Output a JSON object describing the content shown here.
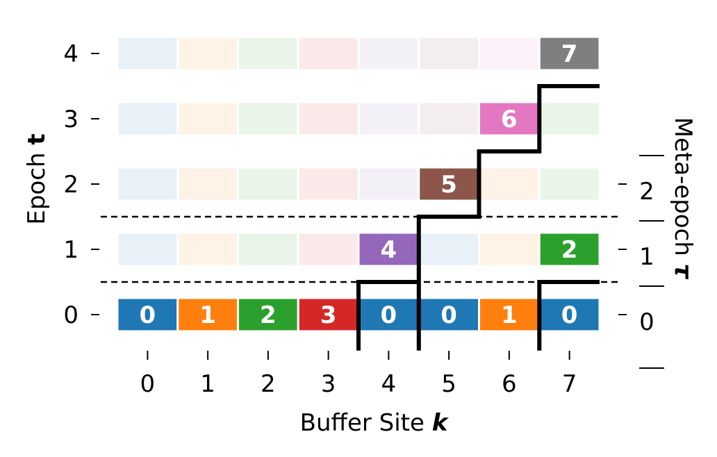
{
  "chart_data": {
    "type": "heatmap",
    "xlabel_text": "Buffer Site",
    "xlabel_symbol": "k",
    "ylabel_text": "Epoch",
    "ylabel_symbol": "t",
    "y2label_text": "Meta-epoch",
    "y2label_symbol": "τ",
    "x_ticks": [
      "0",
      "1",
      "2",
      "3",
      "4",
      "5",
      "6",
      "7"
    ],
    "y_ticks": [
      "0",
      "1",
      "2",
      "3",
      "4"
    ],
    "meta_epoch_ticks": [
      "0",
      "1",
      "2"
    ],
    "palette": [
      "#1f77b4",
      "#ff7f0e",
      "#2ca02c",
      "#d62728",
      "#9467bd",
      "#8c564b",
      "#e377c2",
      "#7f7f7f"
    ],
    "faded_opacity": 0.1,
    "meta_epoch_boundaries_epoch": [
      0.5,
      1.5
    ],
    "cells": [
      {
        "epoch": 0,
        "site": 0,
        "value": 0,
        "label": "0",
        "faded": false
      },
      {
        "epoch": 0,
        "site": 1,
        "value": 1,
        "label": "1",
        "faded": false
      },
      {
        "epoch": 0,
        "site": 2,
        "value": 2,
        "label": "2",
        "faded": false
      },
      {
        "epoch": 0,
        "site": 3,
        "value": 3,
        "label": "3",
        "faded": false
      },
      {
        "epoch": 0,
        "site": 4,
        "value": 0,
        "label": "0",
        "faded": false
      },
      {
        "epoch": 0,
        "site": 5,
        "value": 0,
        "label": "0",
        "faded": false
      },
      {
        "epoch": 0,
        "site": 6,
        "value": 1,
        "label": "1",
        "faded": false
      },
      {
        "epoch": 0,
        "site": 7,
        "value": 0,
        "label": "0",
        "faded": false
      },
      {
        "epoch": 1,
        "site": 0,
        "value": 0,
        "label": "",
        "faded": true
      },
      {
        "epoch": 1,
        "site": 1,
        "value": 1,
        "label": "",
        "faded": true
      },
      {
        "epoch": 1,
        "site": 2,
        "value": 2,
        "label": "",
        "faded": true
      },
      {
        "epoch": 1,
        "site": 3,
        "value": 3,
        "label": "",
        "faded": true
      },
      {
        "epoch": 1,
        "site": 4,
        "value": 4,
        "label": "4",
        "faded": false
      },
      {
        "epoch": 1,
        "site": 5,
        "value": 0,
        "label": "",
        "faded": true
      },
      {
        "epoch": 1,
        "site": 6,
        "value": 1,
        "label": "",
        "faded": true
      },
      {
        "epoch": 1,
        "site": 7,
        "value": 2,
        "label": "2",
        "faded": false
      },
      {
        "epoch": 2,
        "site": 0,
        "value": 0,
        "label": "",
        "faded": true
      },
      {
        "epoch": 2,
        "site": 1,
        "value": 1,
        "label": "",
        "faded": true
      },
      {
        "epoch": 2,
        "site": 2,
        "value": 2,
        "label": "",
        "faded": true
      },
      {
        "epoch": 2,
        "site": 3,
        "value": 3,
        "label": "",
        "faded": true
      },
      {
        "epoch": 2,
        "site": 4,
        "value": 4,
        "label": "",
        "faded": true
      },
      {
        "epoch": 2,
        "site": 5,
        "value": 5,
        "label": "5",
        "faded": false
      },
      {
        "epoch": 2,
        "site": 6,
        "value": 1,
        "label": "",
        "faded": true
      },
      {
        "epoch": 2,
        "site": 7,
        "value": 2,
        "label": "",
        "faded": true
      },
      {
        "epoch": 3,
        "site": 0,
        "value": 0,
        "label": "",
        "faded": true
      },
      {
        "epoch": 3,
        "site": 1,
        "value": 1,
        "label": "",
        "faded": true
      },
      {
        "epoch": 3,
        "site": 2,
        "value": 2,
        "label": "",
        "faded": true
      },
      {
        "epoch": 3,
        "site": 3,
        "value": 3,
        "label": "",
        "faded": true
      },
      {
        "epoch": 3,
        "site": 4,
        "value": 4,
        "label": "",
        "faded": true
      },
      {
        "epoch": 3,
        "site": 5,
        "value": 5,
        "label": "",
        "faded": true
      },
      {
        "epoch": 3,
        "site": 6,
        "value": 6,
        "label": "6",
        "faded": false
      },
      {
        "epoch": 3,
        "site": 7,
        "value": 2,
        "label": "",
        "faded": true
      },
      {
        "epoch": 4,
        "site": 0,
        "value": 0,
        "label": "",
        "faded": true
      },
      {
        "epoch": 4,
        "site": 1,
        "value": 1,
        "label": "",
        "faded": true
      },
      {
        "epoch": 4,
        "site": 2,
        "value": 2,
        "label": "",
        "faded": true
      },
      {
        "epoch": 4,
        "site": 3,
        "value": 3,
        "label": "",
        "faded": true
      },
      {
        "epoch": 4,
        "site": 4,
        "value": 4,
        "label": "",
        "faded": true
      },
      {
        "epoch": 4,
        "site": 5,
        "value": 5,
        "label": "",
        "faded": true
      },
      {
        "epoch": 4,
        "site": 6,
        "value": 6,
        "label": "",
        "faded": true
      },
      {
        "epoch": 4,
        "site": 7,
        "value": 7,
        "label": "7",
        "faded": false
      }
    ],
    "staircase_segments": [
      [
        [
          3.5,
          -0.55
        ],
        [
          3.5,
          0.5
        ],
        [
          4.5,
          0.5
        ]
      ],
      [
        [
          4.5,
          -0.55
        ],
        [
          4.5,
          1.5
        ],
        [
          5.5,
          1.5
        ],
        [
          5.5,
          2.5
        ],
        [
          6.5,
          2.5
        ],
        [
          6.5,
          3.5
        ],
        [
          7.5,
          3.5
        ]
      ],
      [
        [
          6.5,
          -0.55
        ],
        [
          6.5,
          0.5
        ],
        [
          7.5,
          0.5
        ]
      ]
    ]
  }
}
